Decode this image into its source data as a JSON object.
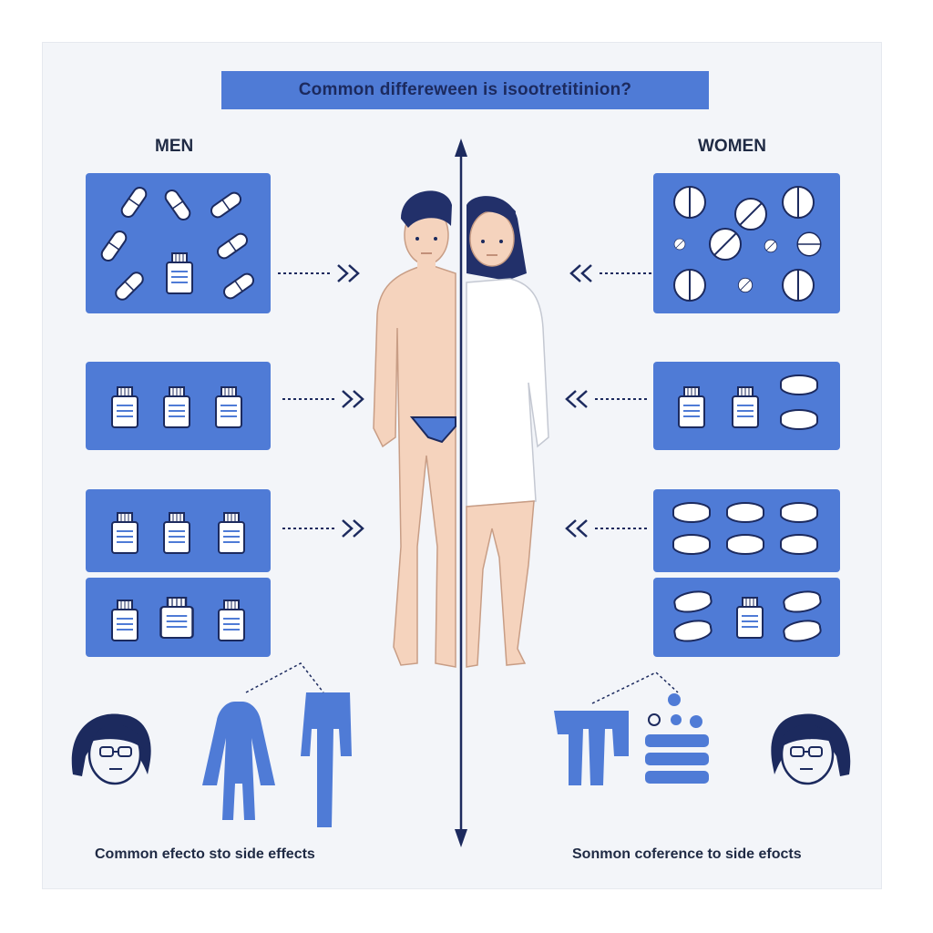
{
  "title": "Common differeween is isootretitinion?",
  "labels": {
    "men": "MEN",
    "women": "WOMEN"
  },
  "captions": {
    "left": "Common efecto sto side effects",
    "right": "Sonmon coference to side efocts"
  },
  "colors": {
    "accent": "#4f7bd6",
    "navy": "#1c2a5e",
    "skin": "#f5d3bd",
    "panel": "#f3f5f9"
  }
}
